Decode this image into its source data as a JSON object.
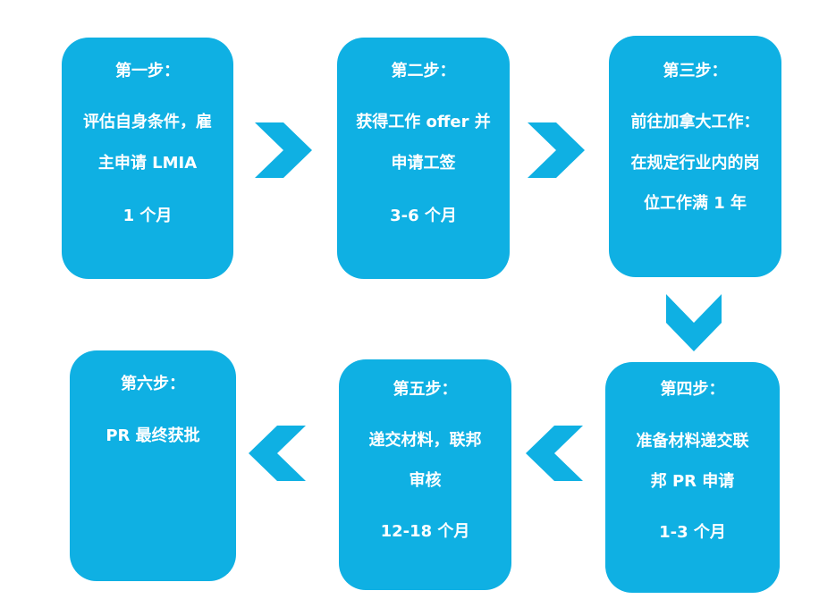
{
  "steps": [
    {
      "title": "第一步：",
      "lines": [
        "评估自身条件，雇",
        "主申请 LMIA",
        "1 个月"
      ]
    },
    {
      "title": "第二步：",
      "lines": [
        "获得工作 offer 并",
        "申请工签",
        "3-6 个月"
      ]
    },
    {
      "title": "第三步：",
      "lines": [
        "前往加拿大工作：",
        "在规定行业内的岗",
        "位工作满 1 年"
      ]
    },
    {
      "title": "第四步：",
      "lines": [
        "准备材料递交联",
        "邦 PR 申请",
        "1-3 个月"
      ]
    },
    {
      "title": "第五步：",
      "lines": [
        "递交材料，联邦",
        "审核",
        "12-18 个月"
      ]
    },
    {
      "title": "第六步：",
      "lines": [
        "PR 最终获批"
      ]
    }
  ],
  "colors": {
    "box": "#0fb0e3",
    "text": "#ffffff",
    "arrow": "#0fb0e3"
  }
}
